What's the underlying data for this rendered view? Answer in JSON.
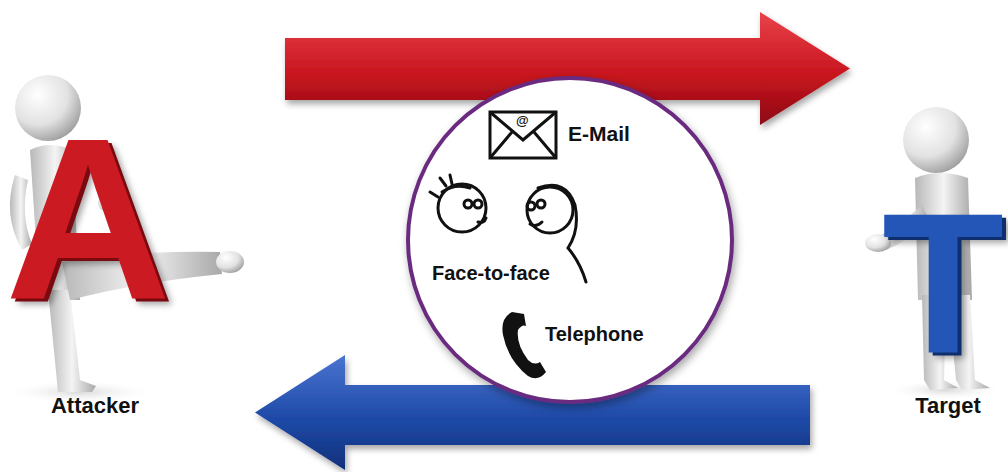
{
  "diagram": {
    "nodes": [
      {
        "text": [
          "A",
          "Attacker"
        ]
      },
      {
        "text": [
          "E-Mail",
          "Face-to-face",
          "Telephone"
        ]
      },
      {
        "text": [
          "T",
          "Target"
        ]
      }
    ],
    "edges": [
      {
        "from": 0,
        "to": 2,
        "arrow": "to"
      },
      {
        "from": 2,
        "to": 0,
        "arrow": "to"
      }
    ],
    "labels": [
      "@"
    ]
  }
}
